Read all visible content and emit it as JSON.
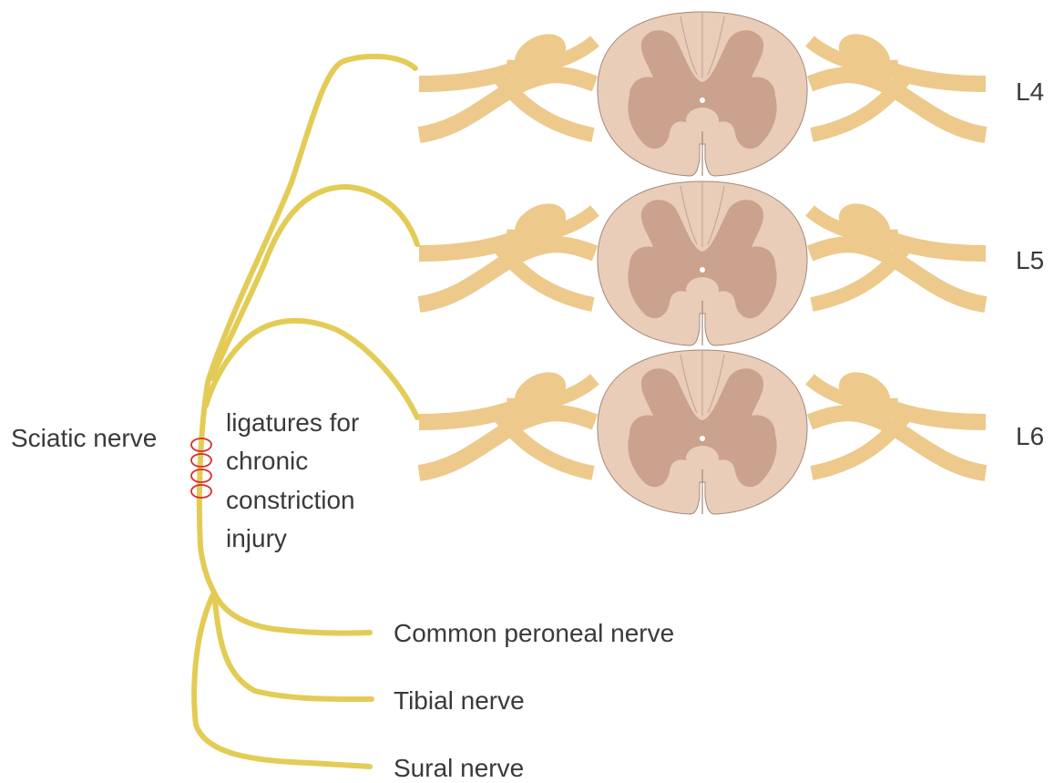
{
  "labels": {
    "sciatic_nerve": "Sciatic nerve",
    "ligature_lines": [
      "ligatures for",
      "chronic",
      "constriction",
      "injury"
    ],
    "common_peroneal_nerve": "Common peroneal nerve",
    "tibial_nerve": "Tibial nerve",
    "sural_nerve": "Sural nerve"
  },
  "segments": [
    {
      "label": "L4"
    },
    {
      "label": "L5"
    },
    {
      "label": "L6"
    }
  ],
  "colors": {
    "nerve": "#e3cc55",
    "root": "#edc98b",
    "cord_white_matter": "#e9cdb8",
    "cord_grey_matter": "#caa28d",
    "cord_outline": "#a58778",
    "ligature": "#d92c2c",
    "text": "#3a3a3a"
  }
}
